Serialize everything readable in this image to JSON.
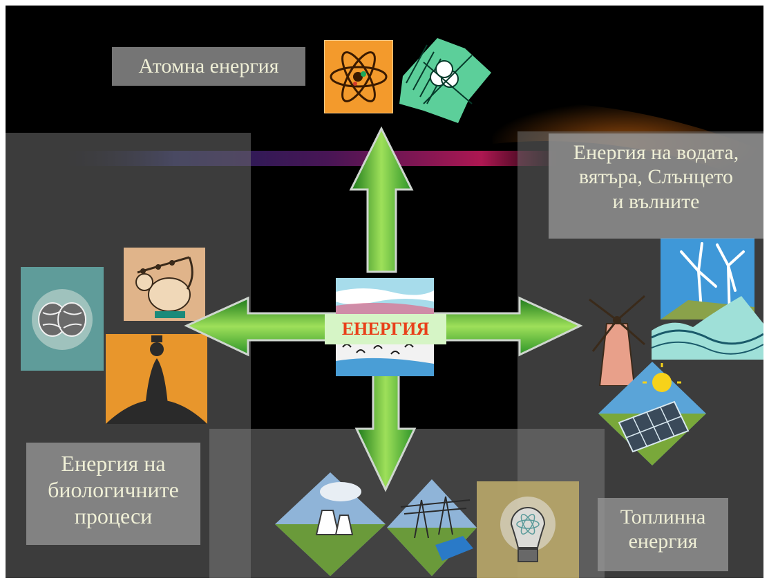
{
  "slide": {
    "center": {
      "label": "ЕНЕРГИЯ"
    },
    "labels": {
      "atomic": "Атомна енергия",
      "renewable": [
        "Енергия на водата,",
        "вятъра, Слънцето",
        "и вълните"
      ],
      "biological": [
        "Енергия на",
        "биологичните",
        "процеси"
      ],
      "thermal": [
        "Топлинна",
        "енергия"
      ]
    },
    "colors": {
      "background": "#000000",
      "arrow_green": "#3fae2a",
      "center_text": "#e8401a",
      "label_text": "#efefd6"
    }
  }
}
